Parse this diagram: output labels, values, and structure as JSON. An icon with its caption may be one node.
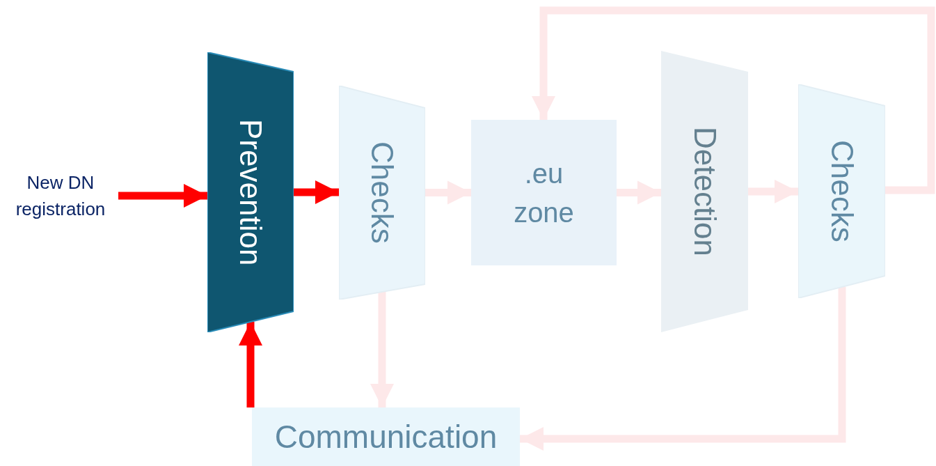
{
  "diagram": {
    "nodes": [
      {
        "text": [
          "New DN registration"
        ]
      },
      {
        "text": [
          "Prevention"
        ]
      },
      {
        "text": [
          "Checks"
        ]
      },
      {
        "text": [
          ".eu zone"
        ]
      },
      {
        "text": [
          "Detection"
        ]
      },
      {
        "text": [
          "Checks"
        ]
      },
      {
        "text": [
          "Communication"
        ]
      }
    ],
    "edges": [
      {
        "from": 0,
        "to": 1,
        "arrow": "to",
        "color": "#ff0000"
      },
      {
        "from": 1,
        "to": 2,
        "arrow": "to",
        "color": "#ff0000"
      },
      {
        "from": 2,
        "to": 3,
        "arrow": "to"
      },
      {
        "from": 3,
        "to": 4,
        "arrow": "to"
      },
      {
        "from": 4,
        "to": 5,
        "arrow": "to"
      },
      {
        "from": 5,
        "to": 3,
        "arrow": "to"
      },
      {
        "from": 2,
        "to": 6,
        "arrow": "to"
      },
      {
        "from": 5,
        "to": 6,
        "arrow": "to"
      },
      {
        "from": 6,
        "to": 1,
        "arrow": "to",
        "color": "#ff0000"
      }
    ]
  }
}
